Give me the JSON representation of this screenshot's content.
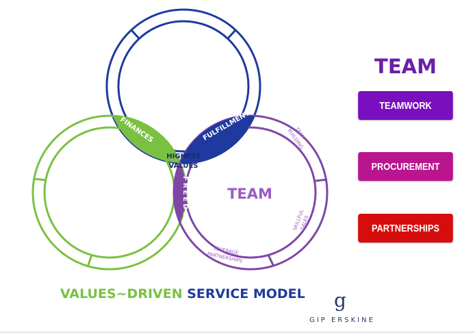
{
  "diagram": {
    "center_label_line1": "HIGHEST",
    "center_label_line2": "VALUES",
    "lens_labels": {
      "finances": "FINANCES",
      "fulfillment": "FULFILLMENT",
      "freedom": "FREEDOM"
    },
    "circle_label": "TEAM",
    "ring_labels": {
      "team_building_1": "TEAM",
      "team_building_2": "BUILDING",
      "skillful_sales_1": "SKILLFUL",
      "skillful_sales_2": "SALES",
      "leverage_1": "LEVERAGE",
      "leverage_2": "PARTNERSHIPS"
    },
    "colors": {
      "green": "#7ac142",
      "blue": "#1f3a9e",
      "purple": "#7e47a6",
      "team_text": "#9a5cc4"
    }
  },
  "panel": {
    "title": "TEAM",
    "buttons": [
      {
        "label": "TEAMWORK",
        "color": "#7a0fbf"
      },
      {
        "label": "PROCUREMENT",
        "color": "#b8158e"
      },
      {
        "label": "PARTNERSHIPS",
        "color": "#d70d0d"
      }
    ]
  },
  "footer": {
    "title_part1": "VALUES~DRIVEN",
    "title_part2": "SERVICE MODEL",
    "brand": "GIP ERSKINE",
    "logo_letter": "g"
  }
}
